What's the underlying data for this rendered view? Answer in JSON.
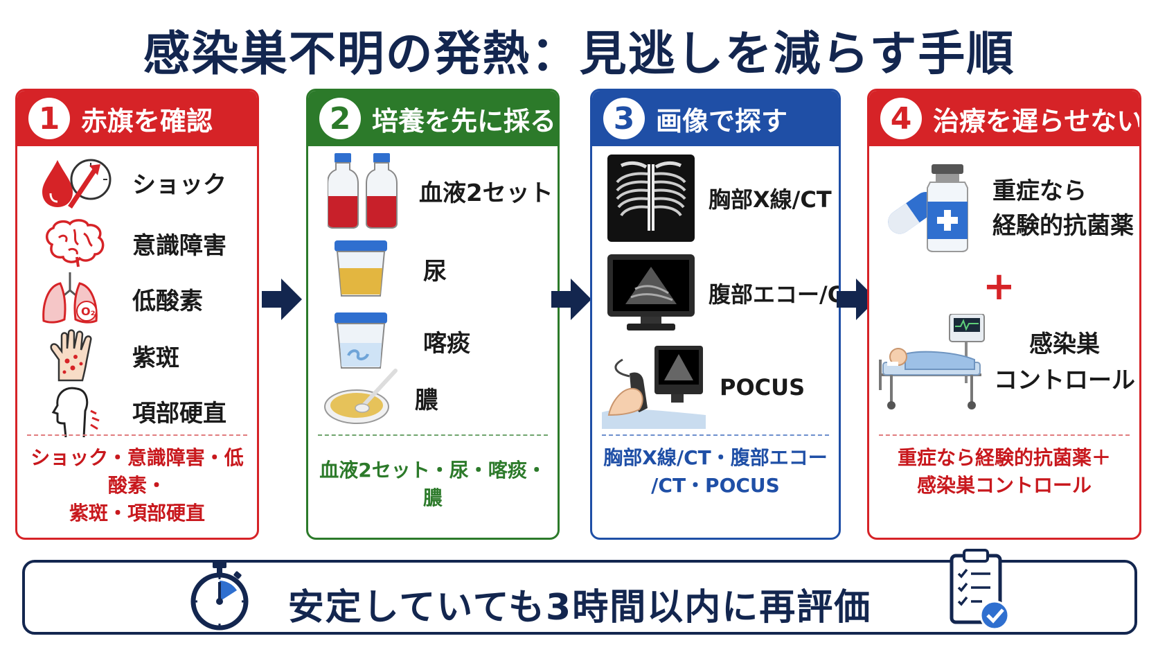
{
  "title": "感染巣不明の発熱：見逃しを減らす手順",
  "colors": {
    "navy": "#13264f",
    "step1": "#d62327",
    "step2": "#2c7a2a",
    "step3": "#1f4fa6",
    "step4": "#d62327"
  },
  "steps": [
    {
      "number": "1",
      "title": "赤旗を確認",
      "items": [
        {
          "label": "ショック",
          "icon": "blood-drop-pressure-gauge-icon"
        },
        {
          "label": "意識障害",
          "icon": "brain-icon"
        },
        {
          "label": "低酸素",
          "icon": "lungs-o2-icon"
        },
        {
          "label": "紫斑",
          "icon": "hand-purpura-icon"
        },
        {
          "label": "項部硬直",
          "icon": "neck-stiffness-icon"
        }
      ],
      "summary_line1": "ショック・意識障害・低酸素・",
      "summary_line2": "紫斑・項部硬直"
    },
    {
      "number": "2",
      "title": "培養を先に採る",
      "items": [
        {
          "label": "血液2セット",
          "icon": "blood-culture-bottles-icon"
        },
        {
          "label": "尿",
          "icon": "urine-cup-icon"
        },
        {
          "label": "喀痰",
          "icon": "sputum-cup-icon"
        },
        {
          "label": "膿",
          "icon": "pus-dish-icon"
        }
      ],
      "summary_line1": "血液2セット・尿・喀痰・膿"
    },
    {
      "number": "3",
      "title": "画像で探す",
      "items": [
        {
          "label": "胸部X線/CT",
          "icon": "chest-xray-icon"
        },
        {
          "label": "腹部エコー/CT",
          "icon": "ultrasound-monitor-icon"
        },
        {
          "label": "POCUS",
          "icon": "pocus-probe-icon"
        }
      ],
      "summary_line1": "胸部X線/CT・腹部エコー",
      "summary_line2": "/CT・POCUS"
    },
    {
      "number": "4",
      "title": "治療を遅らせない",
      "items": [
        {
          "label_line1": "重症なら",
          "label_line2": "経験的抗菌薬",
          "icon": "capsule-vial-icon"
        },
        {
          "label_line1": "感染巣",
          "label_line2": "コントロール",
          "icon": "hospital-bed-monitor-icon"
        }
      ],
      "plus": "+",
      "summary_line1": "重症なら経験的抗菌薬＋",
      "summary_line2": "感染巣コントロール"
    }
  ],
  "bottom": {
    "text": "安定していても3時間以内に再評価",
    "left_icon": "stopwatch-icon",
    "right_icon": "clipboard-check-icon"
  }
}
